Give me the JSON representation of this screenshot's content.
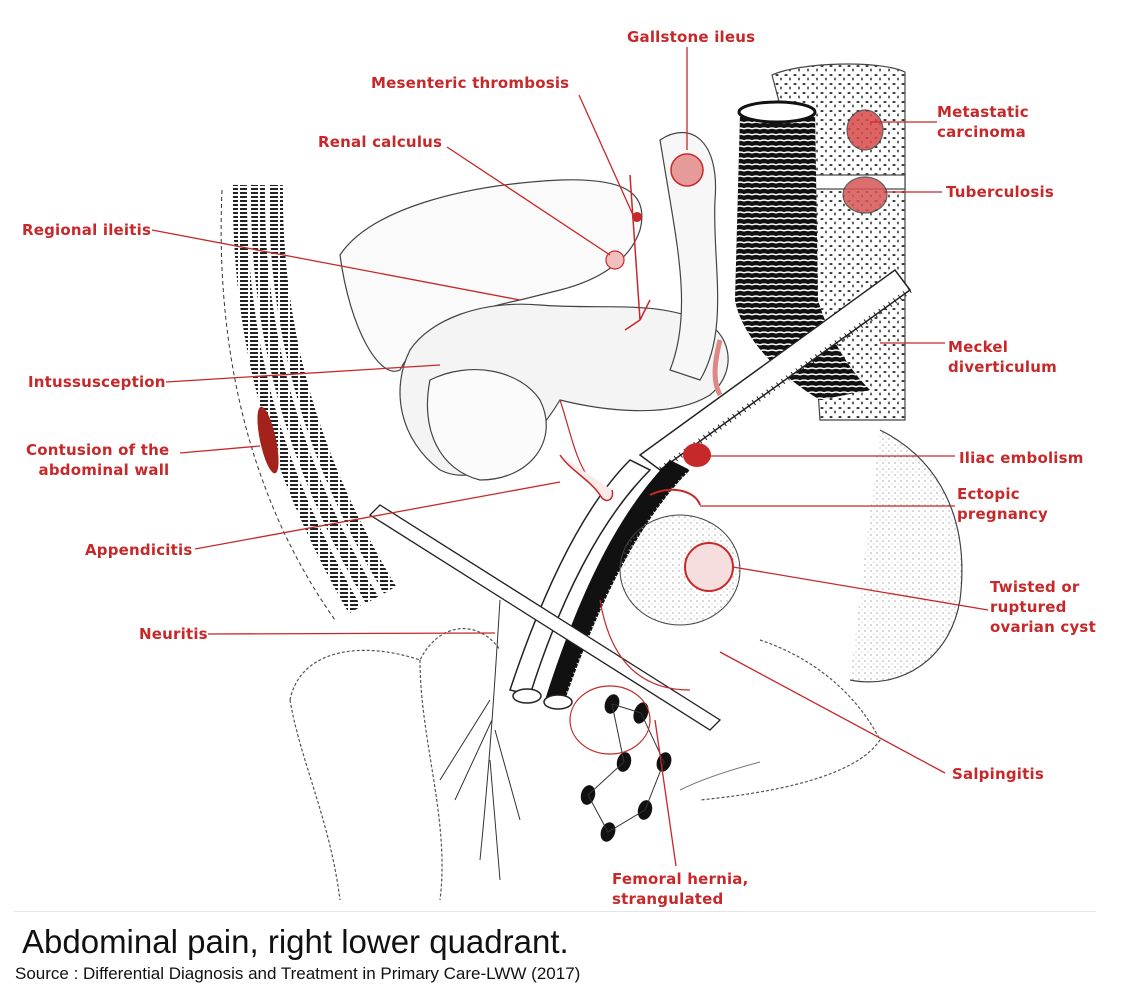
{
  "figure": {
    "caption": "Abdominal pain, right lower quadrant.",
    "source": "Source : Differential Diagnosis and Treatment in Primary Care-LWW (2017)",
    "label_color": "#c7282a",
    "labels": {
      "gallstone_ileus": "Gallstone ileus",
      "mesenteric_thrombosis": "Mesenteric thrombosis",
      "renal_calculus": "Renal calculus",
      "regional_ileitis": "Regional ileitis",
      "intussusception": "Intussusception",
      "contusion_line1": "Contusion of the",
      "contusion_line2": "abdominal wall",
      "appendicitis": "Appendicitis",
      "neuritis": "Neuritis",
      "metastatic_line1": "Metastatic",
      "metastatic_line2": "carcinoma",
      "tuberculosis": "Tuberculosis",
      "meckel_line1": "Meckel",
      "meckel_line2": "diverticulum",
      "iliac_embolism": "Iliac embolism",
      "ectopic_line1": "Ectopic",
      "ectopic_line2": "pregnancy",
      "ovarian_line1": "Twisted or",
      "ovarian_line2": "ruptured",
      "ovarian_line3": "ovarian cyst",
      "salpingitis": "Salpingitis",
      "femoral_line1": "Femoral hernia,",
      "femoral_line2": "strangulated"
    }
  }
}
